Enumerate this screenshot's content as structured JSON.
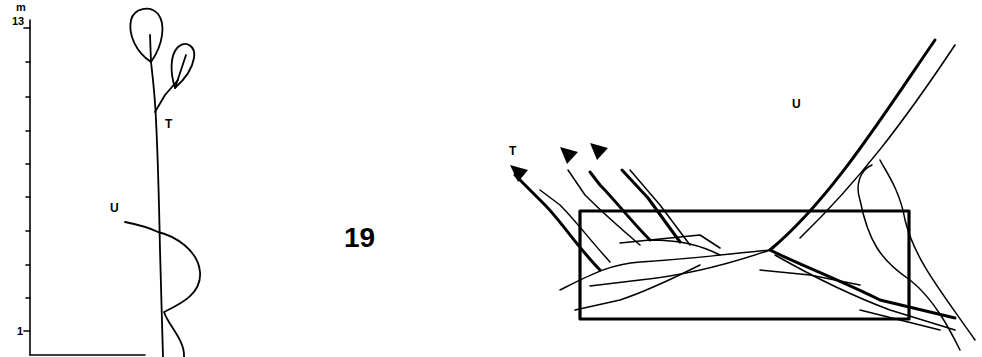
{
  "diagram": {
    "labels": [
      "m",
      "13",
      "1",
      "T",
      "U",
      "19",
      "T",
      "U"
    ]
  }
}
